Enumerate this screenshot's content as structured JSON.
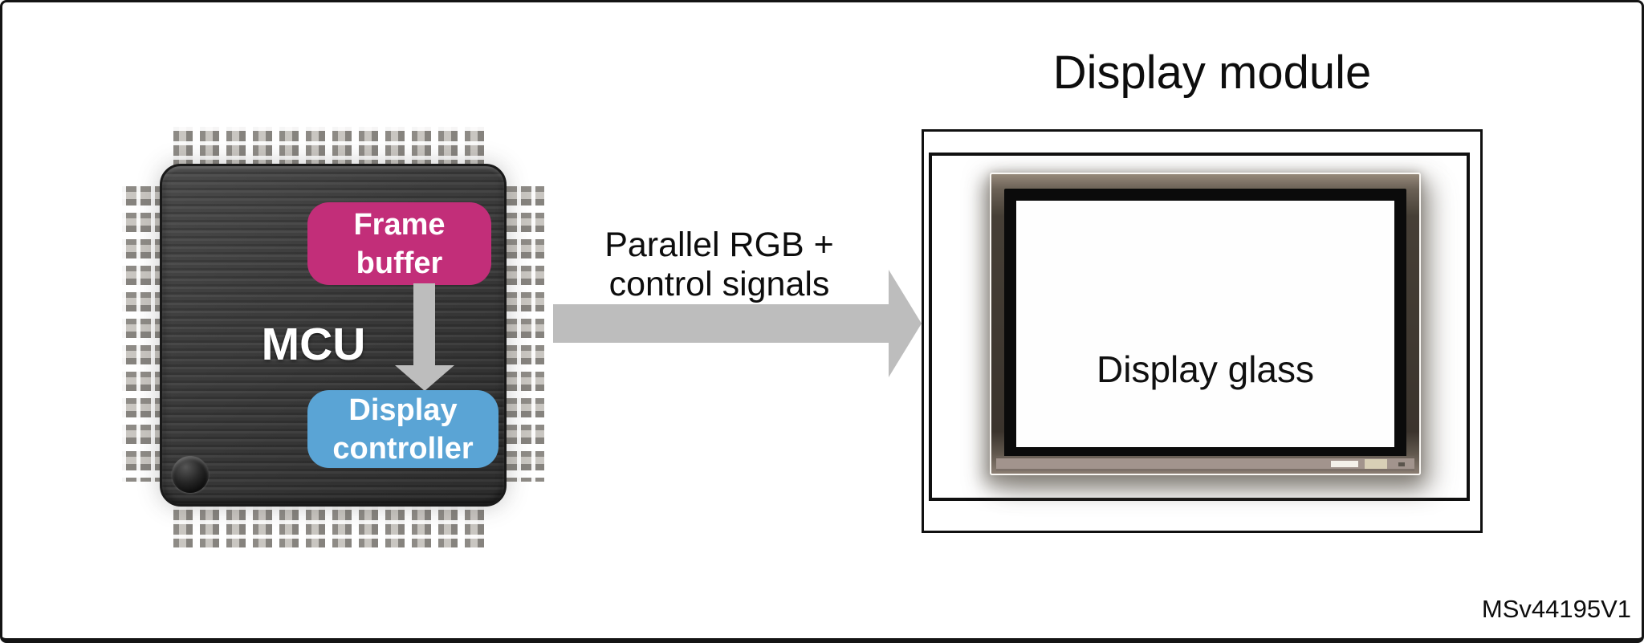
{
  "figure": {
    "watermark": "MSv44195V1"
  },
  "mcu": {
    "chip_label": "MCU",
    "frame_buffer_label": "Frame buffer",
    "display_controller_label": "Display controller"
  },
  "bus_label": {
    "line1": "Parallel RGB +",
    "line2": "control signals"
  },
  "display_module": {
    "title": "Display module",
    "glass_label": "Display glass"
  },
  "colors": {
    "frame_buffer_box": "#c22e79",
    "display_controller_box": "#5aa4d5",
    "arrow_gray": "#bdbdbd",
    "chip_body": "#3a3a3a",
    "monitor_bezel": "#3b342d",
    "monitor_strip": "#a2948d",
    "box_border": "#141414",
    "label_text_on_chip": "#ffffff",
    "diagram_text": "#0d0d0d"
  }
}
